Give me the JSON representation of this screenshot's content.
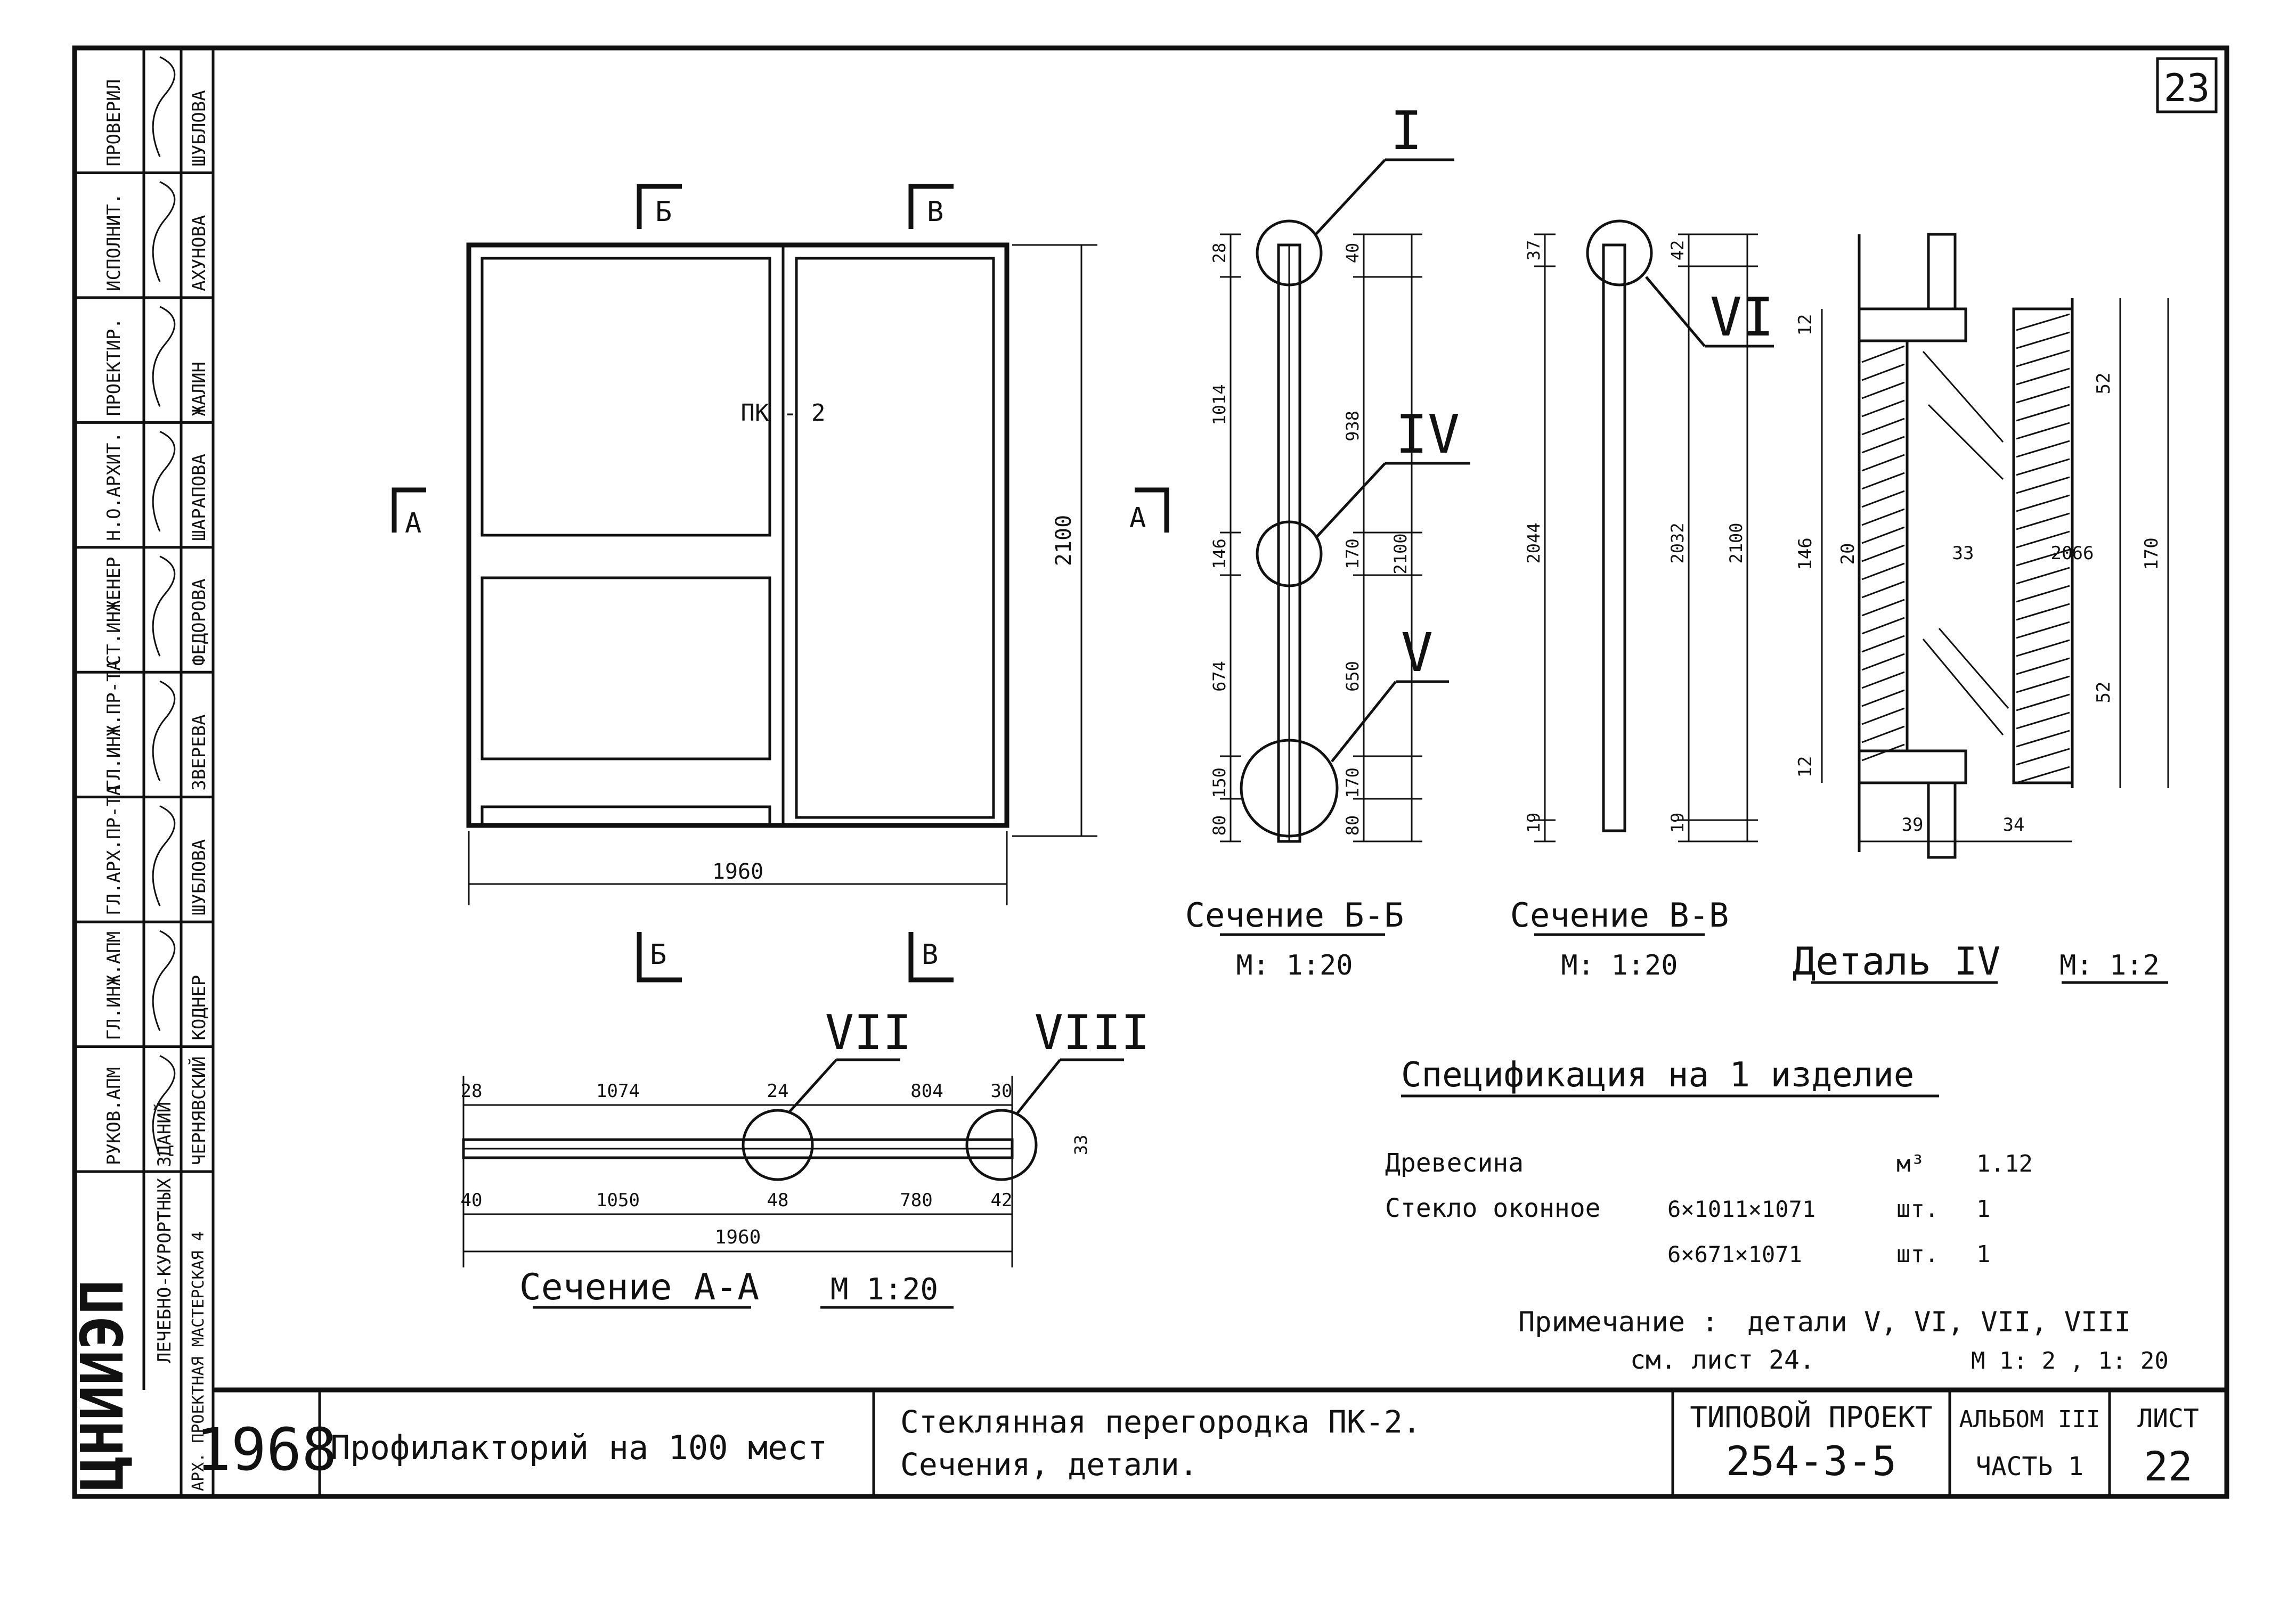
{
  "sheet": {
    "page_number_corner": "23",
    "title_block": {
      "org_name": "ЦНИИЭП",
      "org_sub": "ЛЕЧЕБНО-КУРОРТНЫХ ЗДАНИЙ",
      "workshop": "АРХ. ПРОЕКТНАЯ МАСТЕРСКАЯ 4",
      "year": "1968",
      "project_title": "Профилакторий на 100 мест",
      "drawing_title_1": "Стеклянная перегородка ПК-2.",
      "drawing_title_2": "Сечения, детали.",
      "type_project_label": "ТИПОВОЙ ПРОЕКТ",
      "type_project_number": "254-3-5",
      "album_label": "АЛЬБОМ III",
      "album_part": "ЧАСТЬ 1",
      "sheet_label": "ЛИСТ",
      "sheet_number": "22"
    },
    "signatures": [
      {
        "role": "ПРОВЕРИЛ",
        "name": "ШУБЛОВА"
      },
      {
        "role": "ИСПОЛНИТ.",
        "name": "АХУНОВА"
      },
      {
        "role": "ПРОЕКТИР.",
        "name": "ЖАЛИН"
      },
      {
        "role": "Н.О.АРХИТ.",
        "name": "ШАРАПОВА"
      },
      {
        "role": "СТ.ИНЖЕНЕР",
        "name": "ФЕДОРОВА"
      },
      {
        "role": "ГЛ.ИНЖ.ПР-ТА",
        "name": "ЗВЕРЕВА"
      },
      {
        "role": "ГЛ.АРХ.ПР-ТА",
        "name": "ШУБЛОВА"
      },
      {
        "role": "ГЛ.ИНЖ.АПМ",
        "name": "КОДНЕР"
      },
      {
        "role": "РУКОВ.АПМ",
        "name": "ЧЕРНЯВСКИЙ"
      }
    ],
    "elevation": {
      "mark": "ПК - 2",
      "width_dim": "1960",
      "height_dim": "2100",
      "section_a": "А",
      "section_b": "Б",
      "section_v": "В"
    },
    "section_bb": {
      "caption": "Сечение Б-Б",
      "scale": "М: 1:20",
      "callouts": [
        "I",
        "IV",
        "V"
      ],
      "dims_left": [
        "28",
        "1014",
        "146",
        "674",
        "150",
        "80"
      ],
      "dims_right": [
        "40",
        "938",
        "170",
        "650",
        "170",
        "80"
      ],
      "dim_total": "2100"
    },
    "section_vv": {
      "caption": "Сечение В-В",
      "scale": "М: 1:20",
      "callout": "VI",
      "dims": [
        "37",
        "2044",
        "19",
        "42",
        "2032",
        "2100",
        "19"
      ]
    },
    "detail_iv": {
      "caption": "Деталь IV",
      "scale": "М: 1:2",
      "dims": [
        "12",
        "146",
        "12",
        "20",
        "33",
        "20",
        "66",
        "52",
        "52",
        "170",
        "39",
        "34"
      ]
    },
    "section_aa": {
      "caption": "Сечение А-А",
      "scale": "М 1:20",
      "callouts": [
        "VII",
        "VIII"
      ],
      "dims_top": [
        "28",
        "1074",
        "24",
        "804",
        "30"
      ],
      "dims_bottom": [
        "40",
        "1050",
        "48",
        "780",
        "42"
      ],
      "dim_total": "1960",
      "dim_thick": "33"
    },
    "specification": {
      "title": "Спецификация на 1 изделие",
      "rows": [
        {
          "name": "Древесина",
          "size": "",
          "unit": "м³",
          "qty": "1.12"
        },
        {
          "name": "Стекло оконное",
          "size": "6×1011×1071",
          "unit": "шт.",
          "qty": "1"
        },
        {
          "name": "",
          "size": "6×671×1071",
          "unit": "шт.",
          "qty": "1"
        }
      ]
    },
    "note": {
      "label": "Примечание :",
      "text_1": "детали V, VI, VII, VIII",
      "text_2": "см. лист 24.",
      "scale_text": "М 1: 2 , 1: 20"
    }
  }
}
